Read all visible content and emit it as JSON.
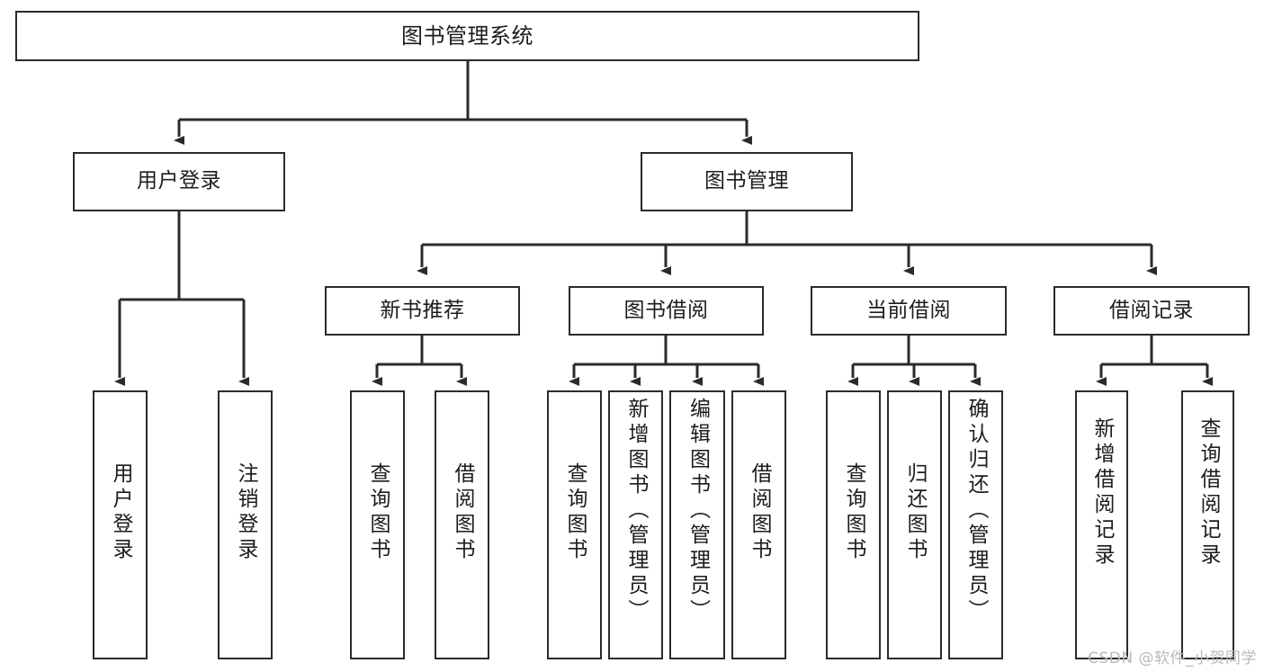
{
  "diagram": {
    "title": "图书管理系统",
    "type": "hierarchy-tree",
    "colors": {
      "box_border": "#2b2b2b",
      "box_fill": "#ffffff",
      "connector": "#2b2b2b",
      "text": "#1c1c1c",
      "watermark": "#b9b9b9",
      "background": "#ffffff"
    },
    "levels": {
      "root": {
        "label": "图书管理系统"
      },
      "level2": [
        {
          "label": "用户登录"
        },
        {
          "label": "图书管理"
        }
      ],
      "level3": [
        {
          "label": "新书推荐"
        },
        {
          "label": "图书借阅"
        },
        {
          "label": "当前借阅"
        },
        {
          "label": "借阅记录"
        }
      ],
      "leaves": [
        {
          "label": "用户登录",
          "parent": "用户登录"
        },
        {
          "label": "注销登录",
          "parent": "用户登录"
        },
        {
          "label": "查询图书",
          "parent": "新书推荐"
        },
        {
          "label": "借阅图书",
          "parent": "新书推荐"
        },
        {
          "label": "查询图书",
          "parent": "图书借阅"
        },
        {
          "label": "新增图书（管理员）",
          "parent": "图书借阅"
        },
        {
          "label": "编辑图书（管理员）",
          "parent": "图书借阅"
        },
        {
          "label": "借阅图书",
          "parent": "图书借阅"
        },
        {
          "label": "查询图书",
          "parent": "当前借阅"
        },
        {
          "label": "归还图书",
          "parent": "当前借阅"
        },
        {
          "label": "确认归还（管理员）",
          "parent": "当前借阅"
        },
        {
          "label": "新增借阅记录",
          "parent": "借阅记录"
        },
        {
          "label": "查询借阅记录",
          "parent": "借阅记录"
        }
      ]
    },
    "watermark": "CSDN @软件_小贺同学"
  }
}
